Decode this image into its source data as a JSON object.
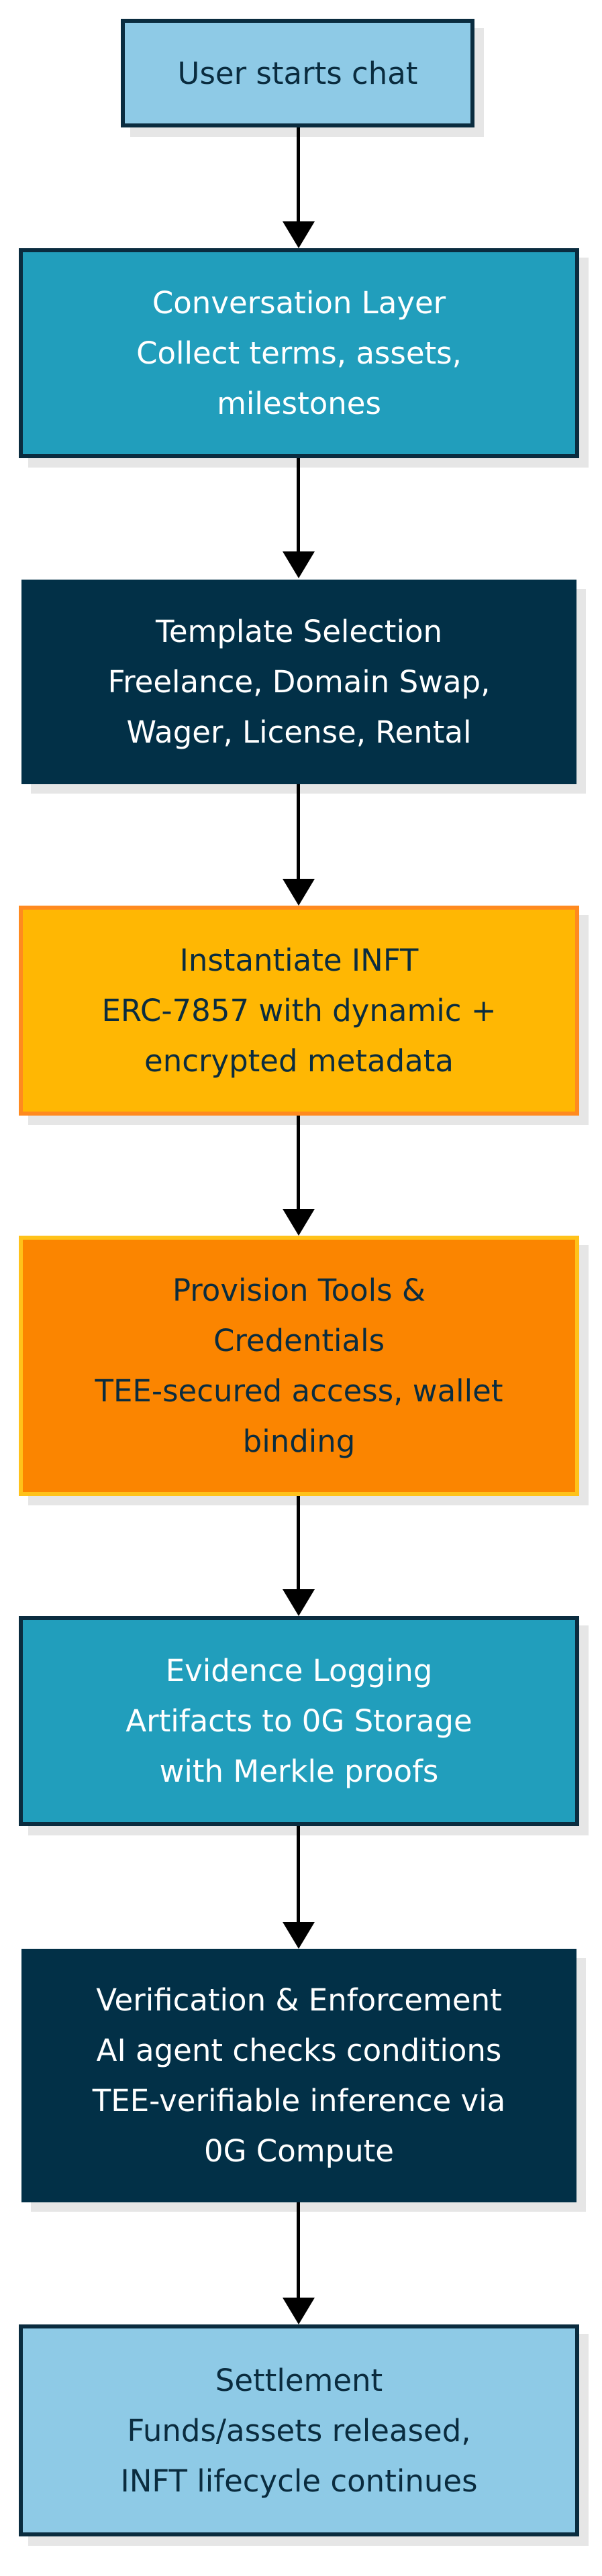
{
  "nodes": [
    {
      "id": "n1",
      "lines": [
        "User starts chat"
      ],
      "fill": "#8ecae6",
      "text_color": "#0a2c3f"
    },
    {
      "id": "n2",
      "lines": [
        "Conversation Layer",
        "Collect terms, assets,",
        "milestones"
      ],
      "fill": "#219ebc",
      "text_color": "#ffffff"
    },
    {
      "id": "n3",
      "lines": [
        "Template Selection",
        "Freelance, Domain Swap,",
        "Wager, License, Rental"
      ],
      "fill": "#023047",
      "text_color": "#ffffff"
    },
    {
      "id": "n4",
      "lines": [
        "Instantiate INFT",
        "ERC-7857 with dynamic +",
        "encrypted metadata"
      ],
      "fill": "#ffb703",
      "text_color": "#0a2c3f"
    },
    {
      "id": "n5",
      "lines": [
        "Provision Tools &",
        "Credentials",
        "TEE-secured access, wallet",
        "binding"
      ],
      "fill": "#fb8500",
      "text_color": "#0a2c3f"
    },
    {
      "id": "n6",
      "lines": [
        "Evidence Logging",
        "Artifacts to 0G Storage",
        "with Merkle proofs"
      ],
      "fill": "#219ebc",
      "text_color": "#ffffff"
    },
    {
      "id": "n7",
      "lines": [
        "Verification & Enforcement",
        "AI agent checks conditions",
        "TEE-verifiable inference via",
        "0G Compute"
      ],
      "fill": "#023047",
      "text_color": "#ffffff"
    },
    {
      "id": "n8",
      "lines": [
        "Settlement",
        "Funds/assets released,",
        "INFT lifecycle continues"
      ],
      "fill": "#8ecae6",
      "text_color": "#0a2c3f"
    }
  ],
  "edges": [
    {
      "from": "n1",
      "to": "n2"
    },
    {
      "from": "n2",
      "to": "n3"
    },
    {
      "from": "n3",
      "to": "n4"
    },
    {
      "from": "n4",
      "to": "n5"
    },
    {
      "from": "n5",
      "to": "n6"
    },
    {
      "from": "n6",
      "to": "n7"
    },
    {
      "from": "n7",
      "to": "n8"
    }
  ]
}
